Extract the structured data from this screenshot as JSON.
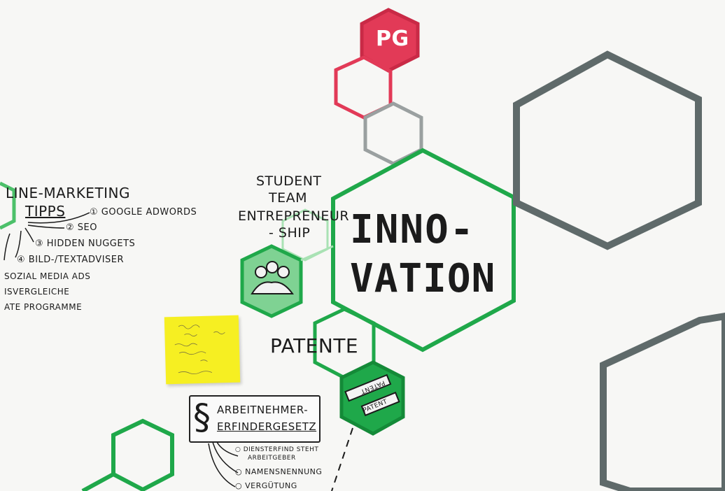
{
  "image": {
    "subject": "whiteboard-mindmap",
    "colors": {
      "green": "#1fa84a",
      "red": "#e23a57",
      "grey": "#5f6a6a",
      "ink": "#1b1b1b",
      "sticky": "#f6ef22"
    }
  },
  "hexes": {
    "pg_label": "PG",
    "innovation_line1": "INNO-",
    "innovation_line2": "VATION",
    "student_label_1": "STUDENT",
    "student_label_2": "TEAM",
    "student_label_3": "ENTREPRENEUR",
    "student_label_4": "- SHIP",
    "patente_label": "PATENTE",
    "patent_stamp_top": "PATENT",
    "patent_stamp_bottom": "PATENT"
  },
  "marketing": {
    "title_1": "LINE-MARKETING",
    "title_2": "TIPPS",
    "items": [
      "① GOOGLE ADWORDS",
      "② SEO",
      "③ HIDDEN NUGGETS",
      "④ BILD-/TEXTADVISER",
      "SOZIAL MEDIA ADS",
      "ISVERGLEICHE",
      "ATE PROGRAMME"
    ]
  },
  "law_box": {
    "symbol": "§",
    "title_1": "ARBEITNEHMER-",
    "title_2": "ERFINDERGESETZ",
    "items": [
      "○ DIENSTERFIND STEHT",
      "ARBEITGEBER",
      "○ NAMENSNENNUNG",
      "○ VERGÜTUNG"
    ]
  }
}
